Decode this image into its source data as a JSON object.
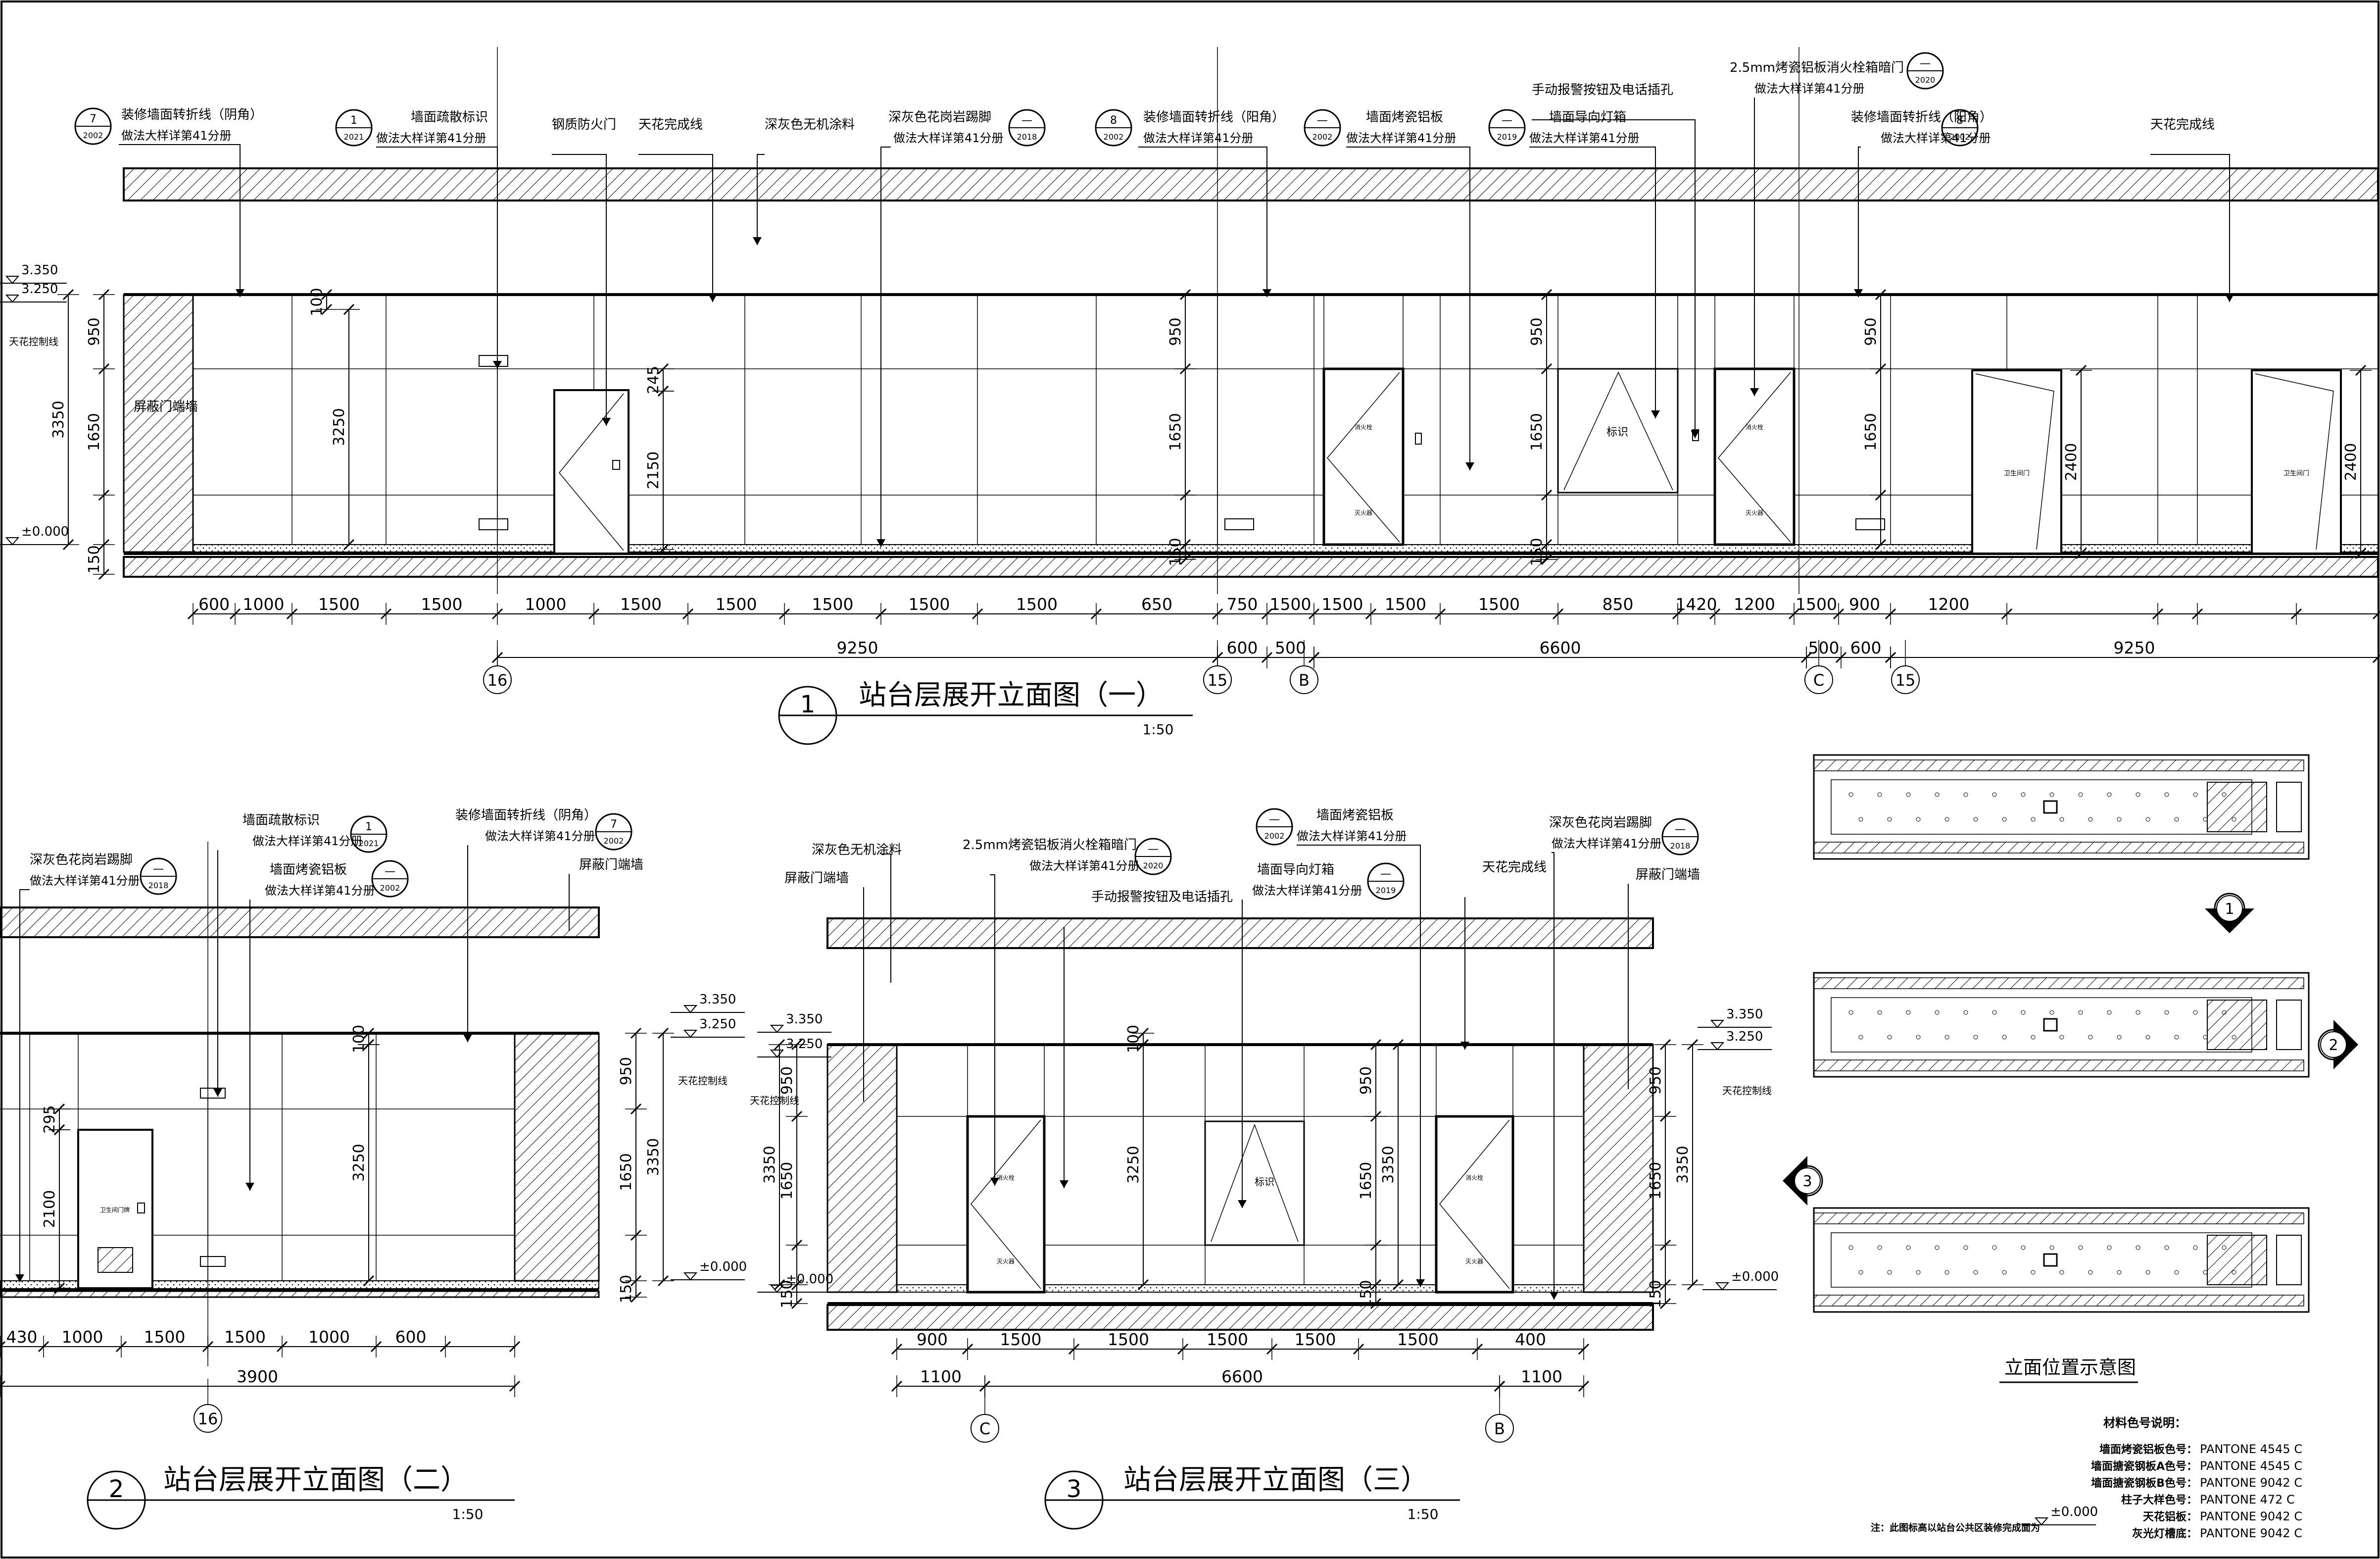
{
  "texts": {
    "e1_title": "站台层展开立面图（一）",
    "e1_num": "1",
    "e1_scale": "1:50",
    "e2_title": "站台层展开立面图（二）",
    "e2_num": "2",
    "e2_scale": "1:50",
    "e3_title": "站台层展开立面图（三）",
    "e3_num": "3",
    "e3_scale": "1:50",
    "plan_title": "立面位置示意图",
    "lv_3350": "3.350",
    "lv_3250": "3.250",
    "lv_000": "±0.000",
    "ceil_ctrl": "天花控制线",
    "screen_wall": "屏蔽门端墙",
    "ref41": "做法大样详第41分册",
    "c_yin": "装修墙面转折线（阴角）",
    "c_evac": "墙面疏散标识",
    "c_door": "钢质防火门",
    "c_ceil": "天花完成线",
    "c_paint": "深灰色无机涂料",
    "c_granite": "深灰色花岗岩踢脚",
    "c_yang": "装修墙面转折线（阳角）",
    "c_enamel": "墙面烤瓷铝板",
    "c_guide": "墙面导向灯箱",
    "c_alarm": "手动报警按钮及电话插孔",
    "c_hydrant": "2.5mm烤瓷铝板消火栓箱暗门",
    "b7": "7",
    "b1": "1",
    "b8": "8",
    "bdash": "—",
    "b2002": "2002",
    "b2021": "2021",
    "b2018": "2018",
    "b2019": "2019",
    "b2020": "2020",
    "sign": "标识",
    "fire_ext": "灭火器",
    "hydrant": "消火栓",
    "washroom": "卫生间门牌",
    "wash_door": "卫生间门",
    "d600": "600",
    "d1000": "1000",
    "d1500": "1500",
    "d650": "650",
    "d750": "750",
    "d850": "850",
    "d1420": "1420",
    "d1200": "1200",
    "d900": "900",
    "d9250": "9250",
    "d500": "500",
    "d6600": "6600",
    "d430": "430",
    "d3900": "3900",
    "d400": "400",
    "d1100": "1100",
    "v950": "950",
    "v1650": "1650",
    "v3350": "3350",
    "v150": "150",
    "v3250": "3250",
    "v100": "100",
    "v2150": "2150",
    "v245": "245",
    "v2400": "2400",
    "v295": "295",
    "v2100": "2100",
    "ax16": "16",
    "ax15": "15",
    "axB": "B",
    "axC": "C",
    "legend_title": "材料色号说明：",
    "leg1k": "墙面烤瓷铝板色号：",
    "leg1v": "PANTONE 4545 C",
    "leg2k": "墙面搪瓷钢板A色号：",
    "leg2v": "PANTONE 4545 C",
    "leg3k": "墙面搪瓷钢板B色号：",
    "leg3v": "PANTONE 9042 C",
    "leg4k": "柱子大样色号：",
    "leg4v": "PANTONE 472 C",
    "leg5k": "天花铝板：",
    "leg5v": "PANTONE 9042 C",
    "leg6k": "灰光灯槽底：",
    "leg6v": "PANTONE 9042 C",
    "note": "注：此图标高以站台公共区装修完成面为",
    "note_lv": "±0.000"
  }
}
